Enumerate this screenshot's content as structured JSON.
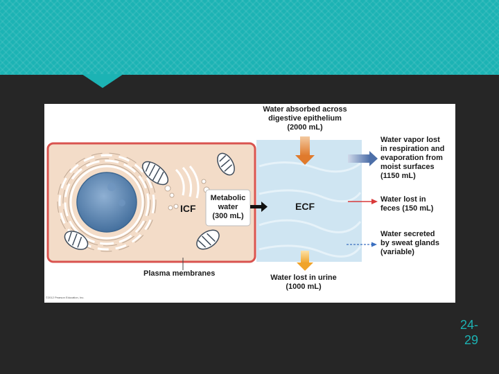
{
  "labels": {
    "absorbed": "Water absorbed across\ndigestive epithelium\n(2000 mL)",
    "vapor": "Water vapor lost\nin respiration and\nevaporation from\nmoist surfaces\n(1150 mL)",
    "feces": "Water lost in\nfeces (150 mL)",
    "sweat": "Water secreted\nby sweat glands\n(variable)",
    "urine": "Water lost in urine\n(1000 mL)",
    "metabolic": "Metabolic\nwater\n(300 mL)",
    "icf": "ICF",
    "ecf": "ECF",
    "plasma": "Plasma membranes",
    "copyright": "©2012 Pearson Education, Inc."
  },
  "slide_number": "24-\n29",
  "colors": {
    "banner": "#1cb3b4",
    "background": "#262626",
    "ecf_fill": "#cde4f1",
    "cell_fill": "#f2dcc8",
    "cell_border": "#d9534f",
    "nucleus": "#5f89b5",
    "arrow_absorb": "#e8883a",
    "arrow_urine": "#f0b040",
    "arrow_vapor": "#5b7fb0",
    "arrow_feces": "#d93a3a",
    "arrow_sweat": "#3a6fc0"
  }
}
